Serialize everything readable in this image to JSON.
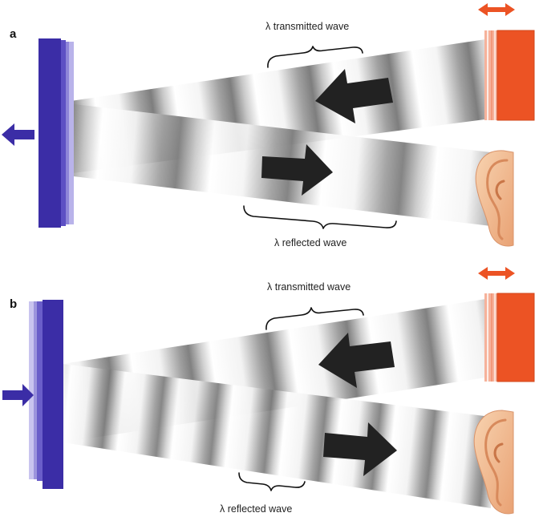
{
  "title": "Doppler effect on transmitted and reflected sound waves",
  "panels": [
    {
      "id": "a",
      "label": "a",
      "reflector_motion": "away from source",
      "transmitted_label": "λ transmitted wave",
      "reflected_label": "λ reflected wave",
      "reflected_wavelength_relative": "longer"
    },
    {
      "id": "b",
      "label": "b",
      "reflector_motion": "toward source",
      "transmitted_label": "λ transmitted wave",
      "reflected_label": "λ reflected wave",
      "reflected_wavelength_relative": "shorter"
    }
  ],
  "colors": {
    "reflector": "#3b2da6",
    "source": "#ec5324",
    "arrow": "#222222",
    "ear": "#f2b88c"
  },
  "icons": {
    "source": "speaker-icon",
    "receiver": "ear-icon",
    "motion": "double-arrow-icon"
  }
}
